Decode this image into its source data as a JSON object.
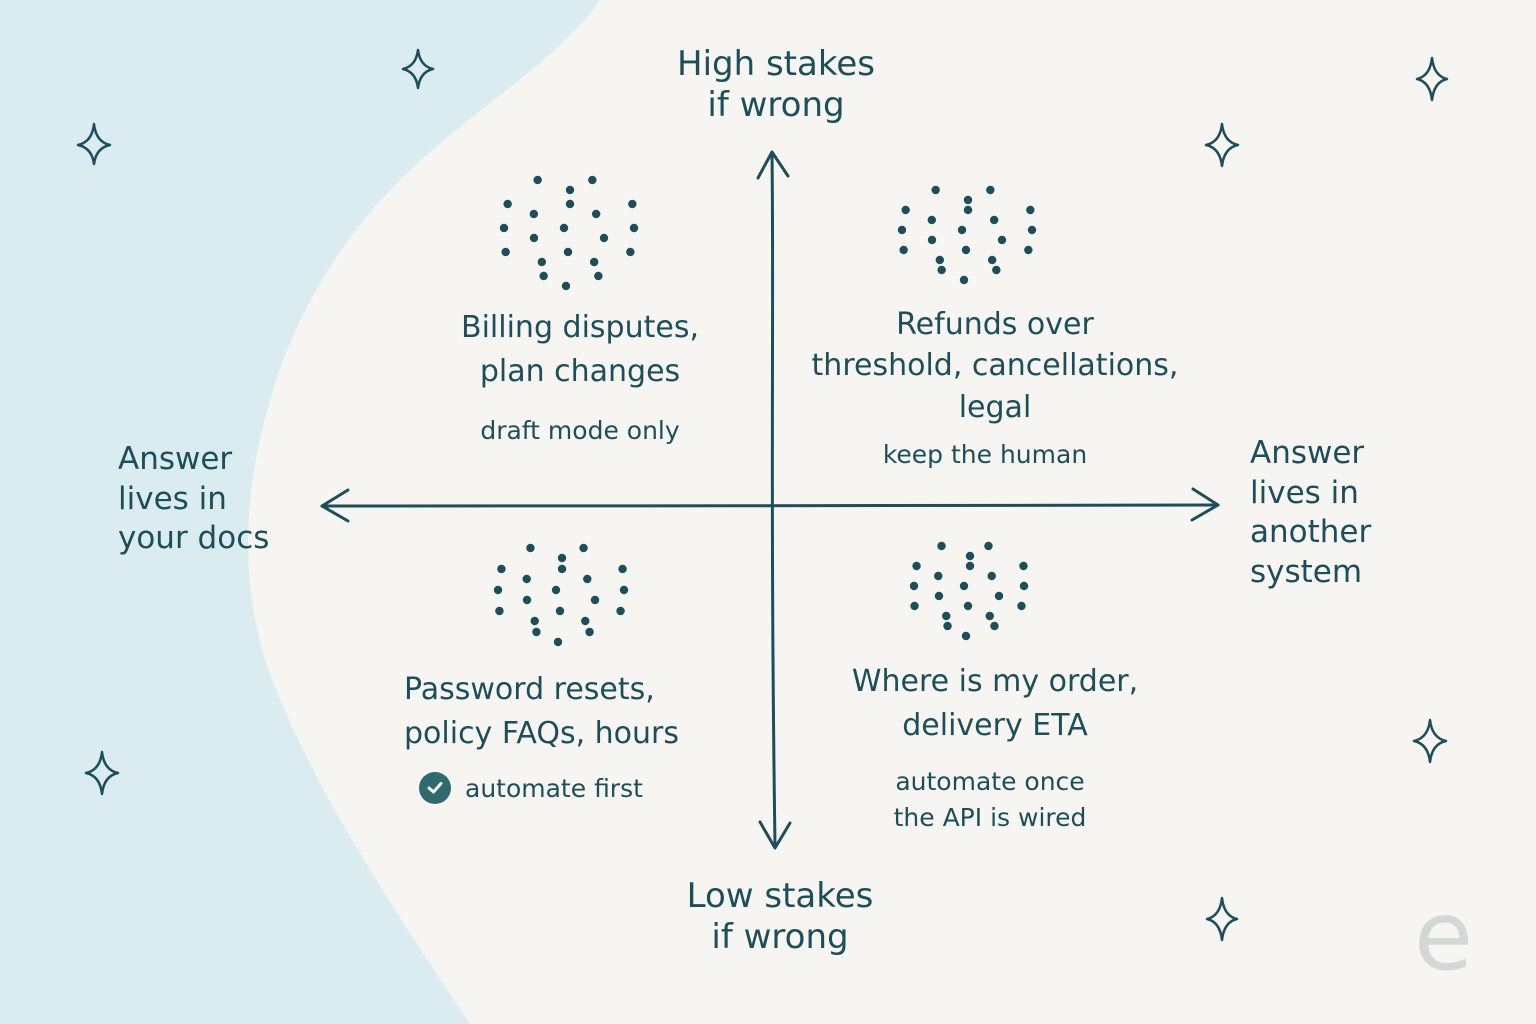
{
  "axes": {
    "top": "High stakes\nif wrong",
    "bottom": "Low stakes\nif wrong",
    "left": "Answer\nlives in\nyour docs",
    "right": "Answer\nlives in\nanother\nsystem"
  },
  "quadrants": {
    "top_left": {
      "title": "Billing disputes,\nplan changes",
      "note": "draft mode only"
    },
    "top_right": {
      "title": "Refunds over\nthreshold, cancellations,\nlegal",
      "note": "keep the human"
    },
    "bottom_left": {
      "title": "Password resets,\npolicy FAQs, hours",
      "note": "automate first"
    },
    "bottom_right": {
      "title": "Where is my order,\ndelivery ETA",
      "note": "automate once\nthe API is wired"
    }
  },
  "colors": {
    "ink": "#1d4e5a",
    "background": "#f6f5f1",
    "wave": "#daecef",
    "check": "#2f6a6e"
  },
  "icons": [
    "sparkle-icon",
    "dot-cluster-icon",
    "check-circle-icon",
    "logo-e-icon"
  ],
  "logo": {
    "text": "e"
  }
}
